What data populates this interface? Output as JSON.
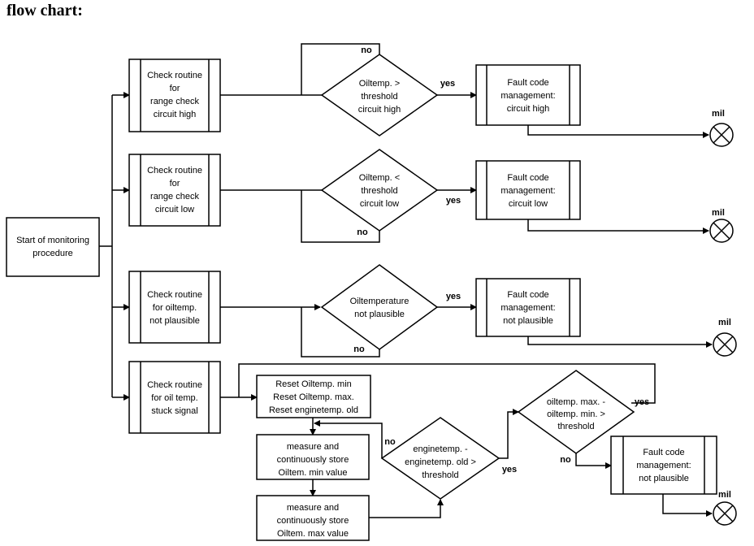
{
  "title": "flow chart:",
  "start": [
    "Start of monitoring",
    "procedure"
  ],
  "checks": {
    "high": [
      "Check routine",
      "for",
      "range check",
      "circuit high"
    ],
    "low": [
      "Check routine",
      "for",
      "range check",
      "circuit low"
    ],
    "plaus": [
      "Check routine",
      "for oiltemp.",
      "not plausible"
    ],
    "stuck": [
      "Check routine",
      "for oil temp.",
      "stuck signal"
    ]
  },
  "decisions": {
    "high": [
      "Oiltemp. >",
      "threshold",
      "circuit high"
    ],
    "low": [
      "Oiltemp. <",
      "threshold",
      "circuit low"
    ],
    "plaus": [
      "Oiltemperature",
      "not plausible"
    ],
    "engine": [
      "enginetemp. -",
      "enginetemp. old >",
      "threshold"
    ],
    "oil": [
      "oiltemp. max. -",
      "oiltemp. min. >",
      "threshold"
    ]
  },
  "faults": {
    "high": [
      "Fault code",
      "management:",
      "circuit high"
    ],
    "low": [
      "Fault code",
      "management:",
      "circuit low"
    ],
    "plaus": [
      "Fault code",
      "management:",
      "not plausible"
    ],
    "stuck": [
      "Fault code",
      "management:",
      "not plausible"
    ]
  },
  "process": {
    "reset": [
      "Reset Oiltemp. min",
      "Reset Oiltemp. max.",
      "Reset enginetemp. old"
    ],
    "store_min": [
      "measure and",
      "continuously store",
      "Oiltem. min value"
    ],
    "store_max": [
      "measure and",
      "continuously store",
      "Oiltem. max value"
    ]
  },
  "labels": {
    "yes": "yes",
    "no": "no",
    "mil": "mil"
  }
}
